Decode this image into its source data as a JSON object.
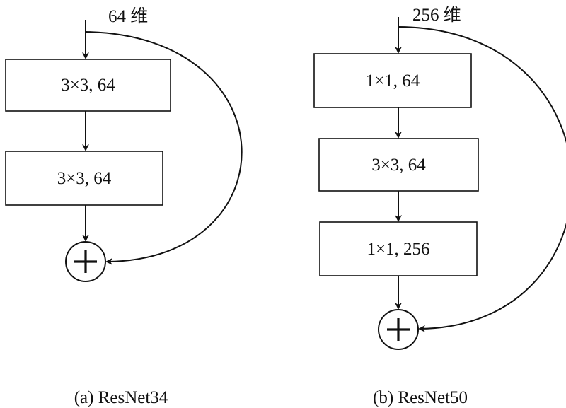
{
  "left": {
    "input_dim": "64 维",
    "blocks": [
      "3×3, 64",
      "3×3, 64"
    ],
    "caption": "(a) ResNet34"
  },
  "right": {
    "input_dim": "256 维",
    "blocks": [
      "1×1, 64",
      "3×3, 64",
      "1×1, 256"
    ],
    "caption": "(b) ResNet50"
  }
}
